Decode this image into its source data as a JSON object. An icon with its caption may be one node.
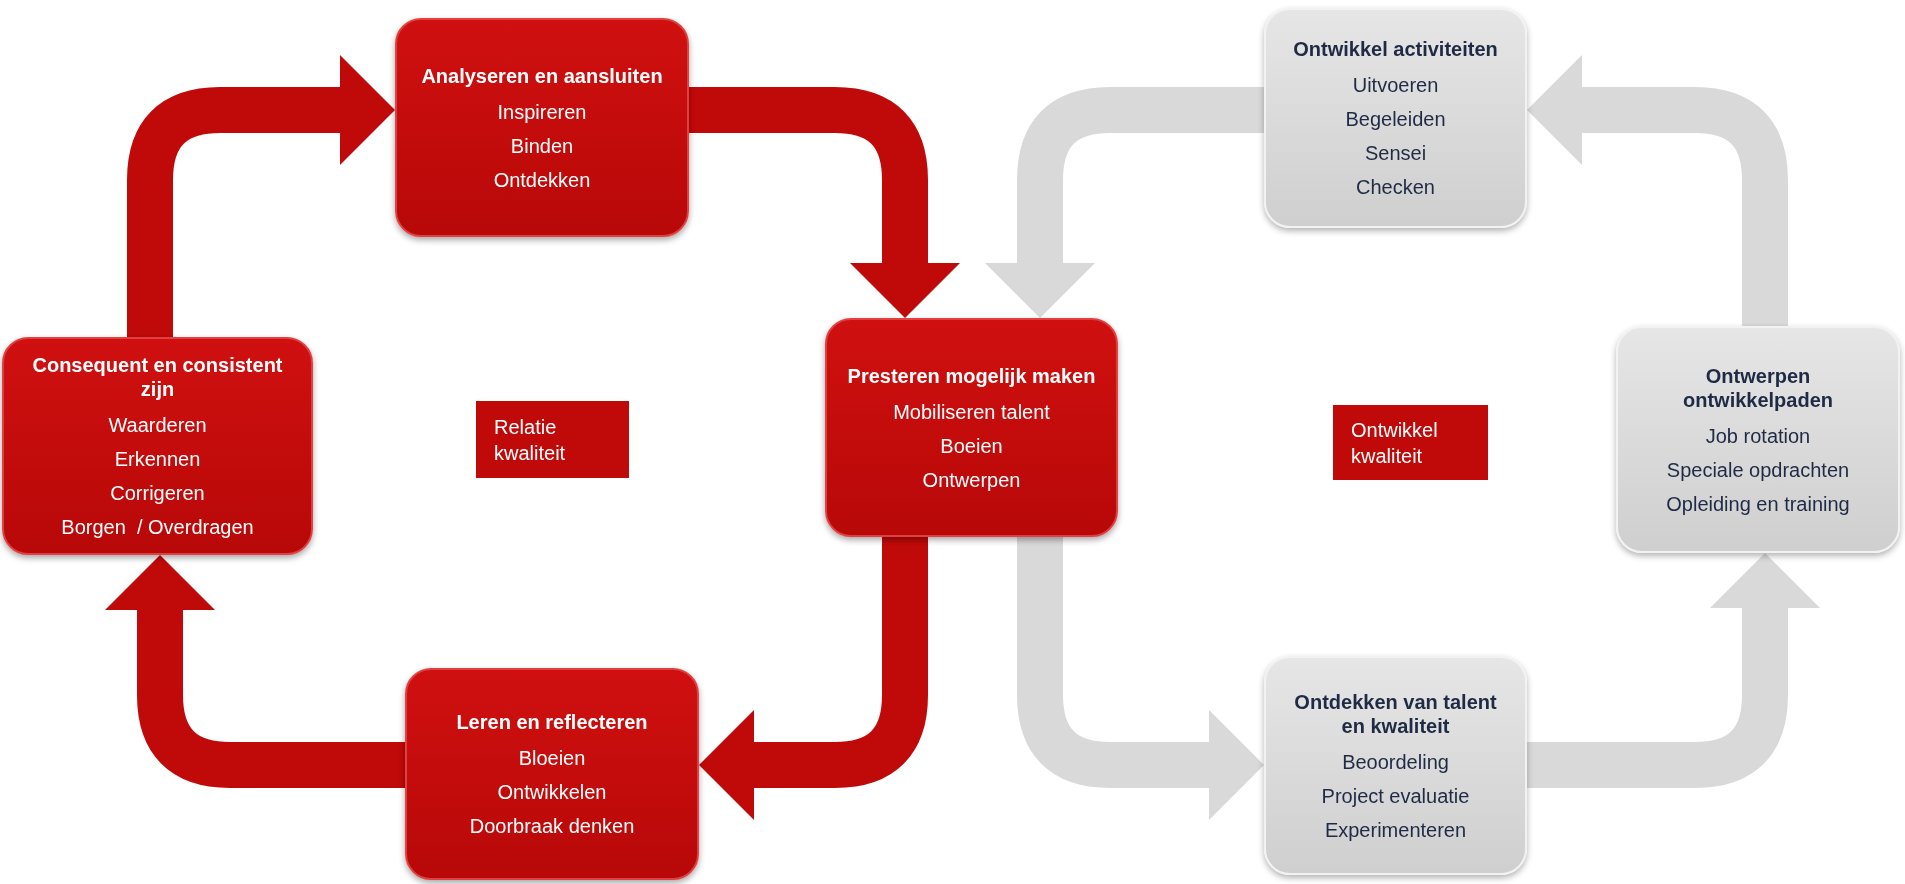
{
  "diagram": {
    "nodes": [
      {
        "text": [
          "Analyseren en aansluiten",
          "Inspireren",
          "Binden",
          "Ontdekken"
        ]
      },
      {
        "text": [
          "Ontwikkel activiteiten",
          "Uitvoeren",
          "Begeleiden",
          "Sensei",
          "Checken"
        ]
      },
      {
        "text": [
          "Consequent en consistent zijn",
          "Waarderen",
          "Erkennen",
          "Corrigeren",
          "Borgen  / Overdragen"
        ]
      },
      {
        "text": [
          "Relatie kwaliteit"
        ]
      },
      {
        "text": [
          "Presteren mogelijk maken",
          "Mobiliseren talent",
          "Boeien",
          "Ontwerpen"
        ]
      },
      {
        "text": [
          "Ontwikkel kwaliteit"
        ]
      },
      {
        "text": [
          "Ontwerpen ontwikkelpaden",
          "Job rotation",
          "Speciale opdrachten",
          "Opleiding en training"
        ]
      },
      {
        "text": [
          "Leren en reflecteren",
          "Bloeien",
          "Ontwikkelen",
          "Doorbraak denken"
        ]
      },
      {
        "text": [
          "Ontdekken van talent en kwaliteit",
          "Beoordeling",
          "Project evaluatie",
          "Experimenteren"
        ]
      }
    ],
    "edges": [
      {
        "from": 2,
        "to": 0,
        "arrow": "to"
      },
      {
        "from": 0,
        "to": 4,
        "arrow": "to"
      },
      {
        "from": 4,
        "to": 7,
        "arrow": "to"
      },
      {
        "from": 7,
        "to": 2,
        "arrow": "to"
      },
      {
        "from": 1,
        "to": 4,
        "arrow": "to",
        "color": "#d9d9d9"
      },
      {
        "from": 4,
        "to": 8,
        "arrow": "to",
        "color": "#d9d9d9"
      },
      {
        "from": 8,
        "to": 6,
        "arrow": "to",
        "color": "#d9d9d9"
      },
      {
        "from": 6,
        "to": 1,
        "arrow": "to",
        "color": "#d9d9d9"
      }
    ]
  }
}
